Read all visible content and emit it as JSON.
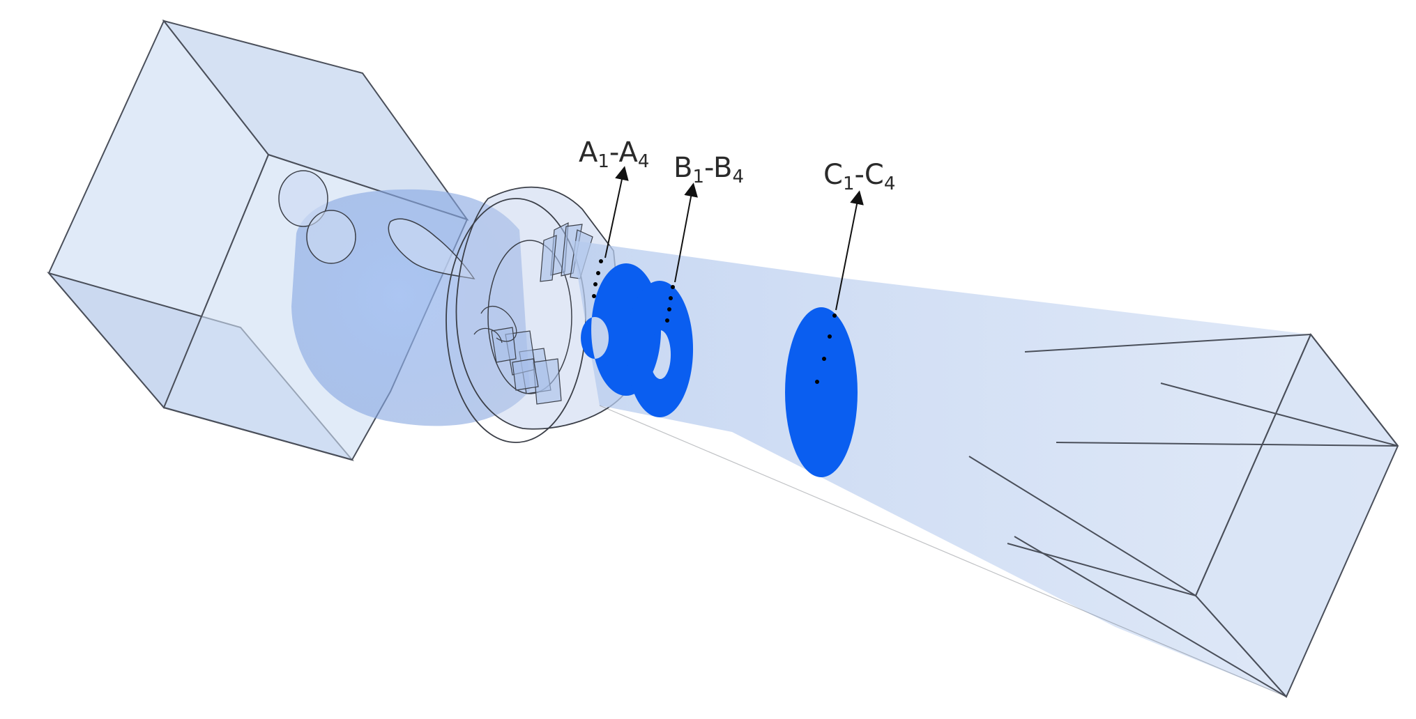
{
  "labels": {
    "a": {
      "main_start": "A",
      "sub_start": "1",
      "sep": "-",
      "main_end": "A",
      "sub_end": "4"
    },
    "b": {
      "main_start": "B",
      "sub_start": "1",
      "sep": "-",
      "main_end": "B",
      "sub_end": "4"
    },
    "c": {
      "main_start": "C",
      "sub_start": "1",
      "sep": "-",
      "main_end": "C",
      "sub_end": "4"
    }
  },
  "colors": {
    "shell": "#c5d6ef",
    "shell_edge": "#4a4f5a",
    "section_plane": "#0a5ef0",
    "dome": "#8fb0ea",
    "arrow": "#111111",
    "measure_point": "#000000"
  },
  "icons": {
    "arrow_a": "arrow-up-right-icon",
    "arrow_b": "arrow-up-right-icon",
    "arrow_c": "arrow-up-right-icon"
  }
}
